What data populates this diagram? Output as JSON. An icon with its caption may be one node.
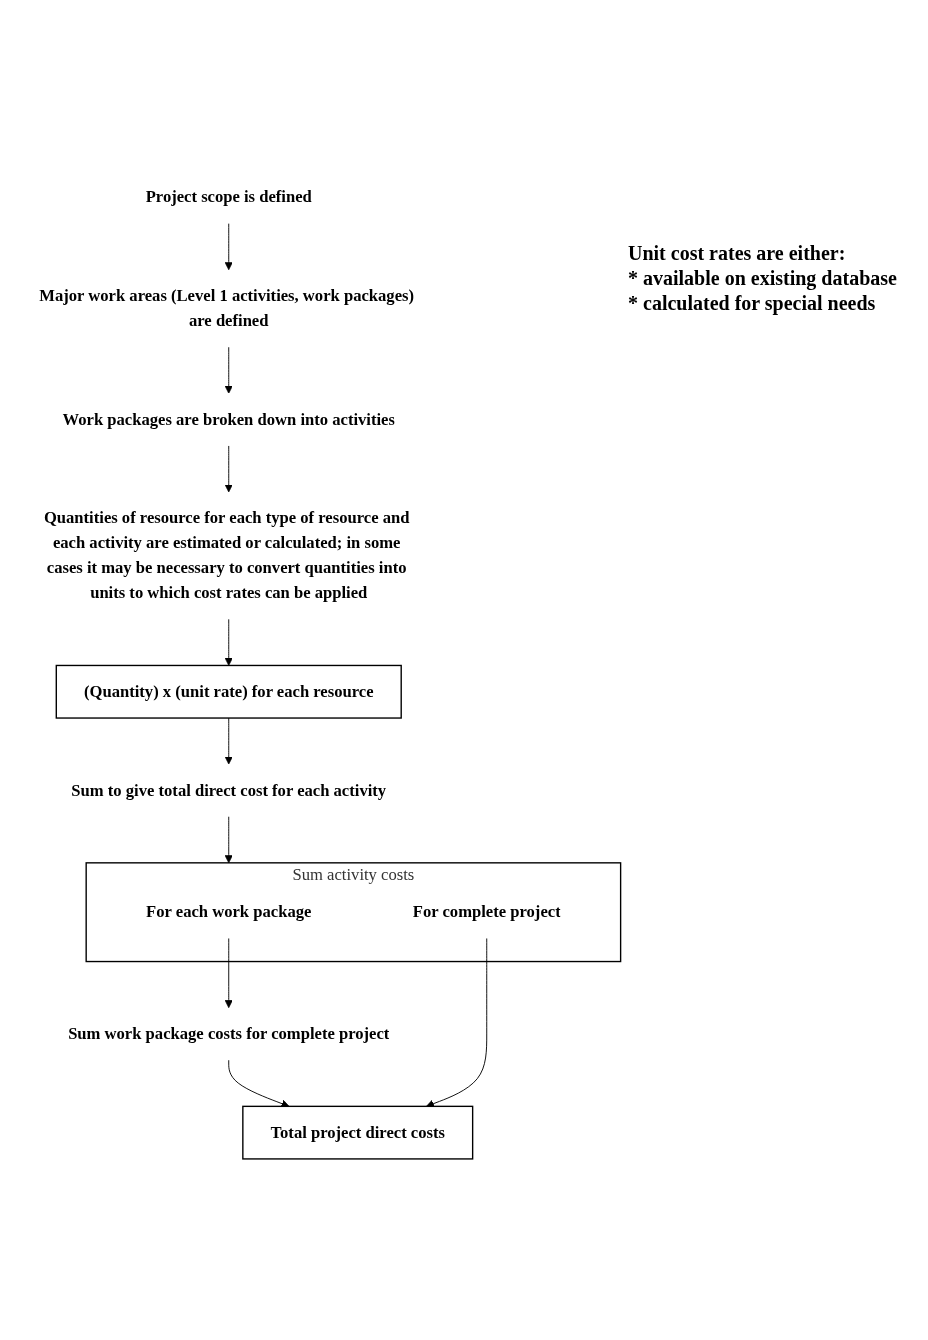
{
  "diagram": {
    "nodes": [
      {
        "text": [
          "Project scope is defined"
        ]
      },
      {
        "text": [
          "Major work areas (Level 1 activities, work packages) are defined"
        ]
      },
      {
        "text": [
          "Work packages are broken down into activities"
        ]
      },
      {
        "text": [
          "Quantities of resource for each type of resource and each activity are estimated or calculated; in some cases it may be necessary to convert quantities into units to which cost rates can be applied"
        ]
      },
      {
        "text": [
          "(Quantity) x (unit rate) for each resource"
        ]
      },
      {
        "text": [
          "Sum to give total direct cost for each activity"
        ]
      },
      {
        "text": [
          "Sum activity costs"
        ]
      },
      {
        "text": [
          "For each work package"
        ],
        "in": 6
      },
      {
        "text": [
          "For complete project"
        ],
        "in": 6
      },
      {
        "text": [
          "Sum work package costs for complete project"
        ]
      },
      {
        "text": [
          "Total project direct costs"
        ]
      }
    ],
    "edges": [
      {
        "from": 0,
        "to": 1,
        "arrow": "to"
      },
      {
        "from": 1,
        "to": 2,
        "arrow": "to"
      },
      {
        "from": 2,
        "to": 3,
        "arrow": "to"
      },
      {
        "from": 3,
        "to": 4,
        "arrow": "to"
      },
      {
        "from": 4,
        "to": 5,
        "arrow": "to"
      },
      {
        "from": 5,
        "to": 6,
        "arrow": "to"
      },
      {
        "from": 7,
        "to": 9,
        "arrow": "to"
      },
      {
        "from": 9,
        "to": 10,
        "arrow": "to"
      },
      {
        "from": 8,
        "to": 10,
        "arrow": "to"
      }
    ],
    "labels": [
      "Unit cost rates are either:",
      "* available on existing database",
      "* calculated for special needs"
    ]
  }
}
